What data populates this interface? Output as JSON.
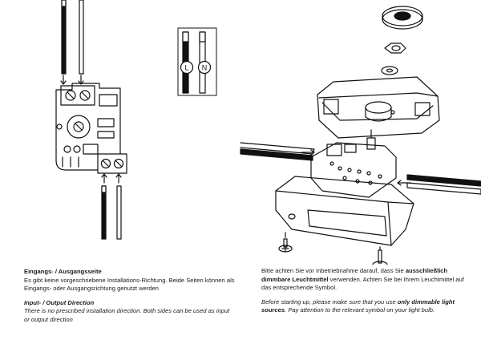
{
  "left": {
    "heading_de": "Eingangs- / Ausgangsseite",
    "body_de": "Es gibt keine vorgeschriebene Installations-Richtung. Beide Seiten können als Eingangs- oder Ausgangsrichtung genutzt werden",
    "heading_en": "Input- / Output Direction",
    "body_en": "There is no prescribed installation direction. Both sides can be used as input or output direction"
  },
  "right": {
    "de_part1": "Bitte achten Sie vor Inbetriebnahme darauf, dass Sie ",
    "de_bold": "ausschließlich dimmbare Leuchtmittel",
    "de_part2": " verwenden. Achten Sie bei Ihrem Leuchtmittel auf das entsprechende Symbol.",
    "en_part1": "Before starting up, please make sure that you use ",
    "en_bold": "only dimmable light sources",
    "en_part2": ". Pay attention to the relevant symbol on your light bulb."
  },
  "terminal_labels": [
    "L",
    "N"
  ]
}
